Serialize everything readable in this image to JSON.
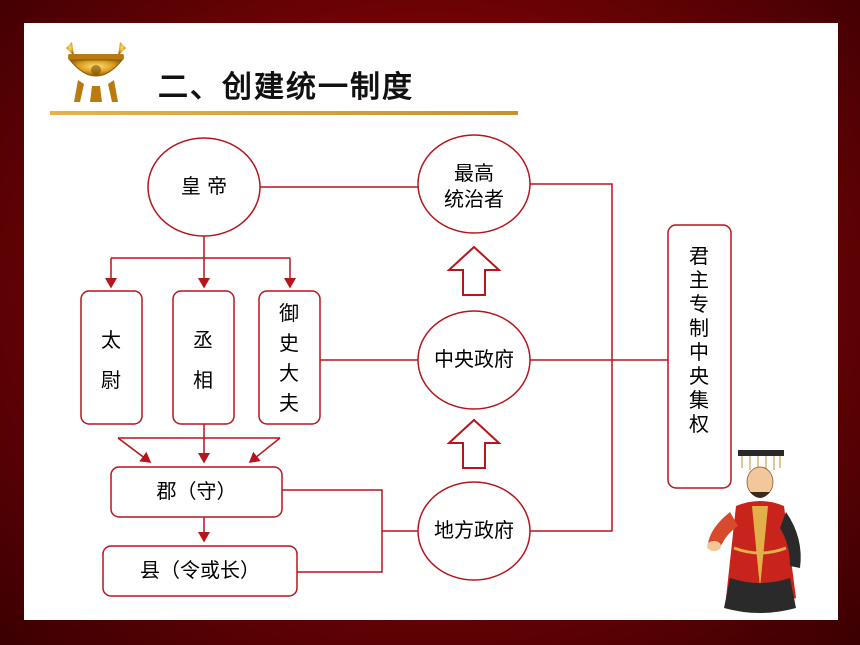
{
  "title": "二、创建统一制度",
  "nodes": {
    "emperor": "皇 帝",
    "supreme": "最高\n统治者",
    "taiwei": "太\n尉",
    "chengxiang": "丞\n相",
    "yushi": "御\n史\n大\n夫",
    "central": "中央政府",
    "local": "地方政府",
    "jun": "郡（守）",
    "xian": "县（令或长）",
    "conclusion": "君主专制    中央集权"
  },
  "colors": {
    "line": "#b5161c",
    "background": "#7a0307",
    "title_bar": "#d9a23c"
  }
}
